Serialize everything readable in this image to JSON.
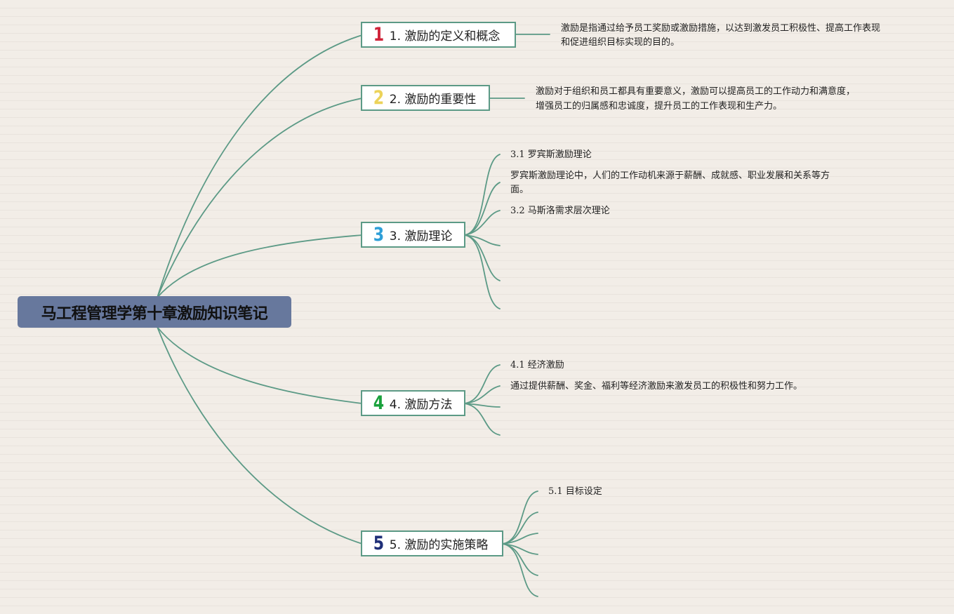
{
  "root": {
    "label": "马工程管理学第十章激励知识笔记"
  },
  "branches": [
    {
      "number": "1",
      "label": "1. 激励的定义和概念",
      "number_color": "#d0243a"
    },
    {
      "number": "2",
      "label": "2. 激励的重要性",
      "number_color": "#ecd35a"
    },
    {
      "number": "3",
      "label": "3. 激励理论",
      "number_color": "#2e9fd8"
    },
    {
      "number": "4",
      "label": "4. 激励方法",
      "number_color": "#19a13c"
    },
    {
      "number": "5",
      "label": "5. 激励的实施策略",
      "number_color": "#1f2f78"
    }
  ],
  "notes": {
    "definition": {
      "line1": "激励是指通过给予员工奖励或激励措施，以达到激发员工积极性、提高工作表现",
      "line2": "和促进组织目标实现的目的。"
    },
    "importance": {
      "line1": "激励对于组织和员工都具有重要意义，激励可以提高员工的工作动力和满意度，",
      "line2": "增强员工的归属感和忠诚度，提升员工的工作表现和生产力。"
    },
    "theory": {
      "sub1_title": "3.1 罗宾斯激励理论",
      "sub1_text_line1": "罗宾斯激励理论中，人们的工作动机来源于薪酬、成就感、职业发展和关系等方",
      "sub1_text_line2": "面。",
      "sub2_title": "3.2 马斯洛需求层次理论"
    },
    "methods": {
      "sub1_title": "4.1 经济激励",
      "sub1_text": "通过提供薪酬、奖金、福利等经济激励来激发员工的积极性和努力工作。"
    },
    "strategy": {
      "sub1_title": "5.1 目标设定"
    }
  },
  "colors": {
    "connector": "#5c9a86",
    "root_bg": "#67789d",
    "canvas_bg": "#f2ede7"
  }
}
